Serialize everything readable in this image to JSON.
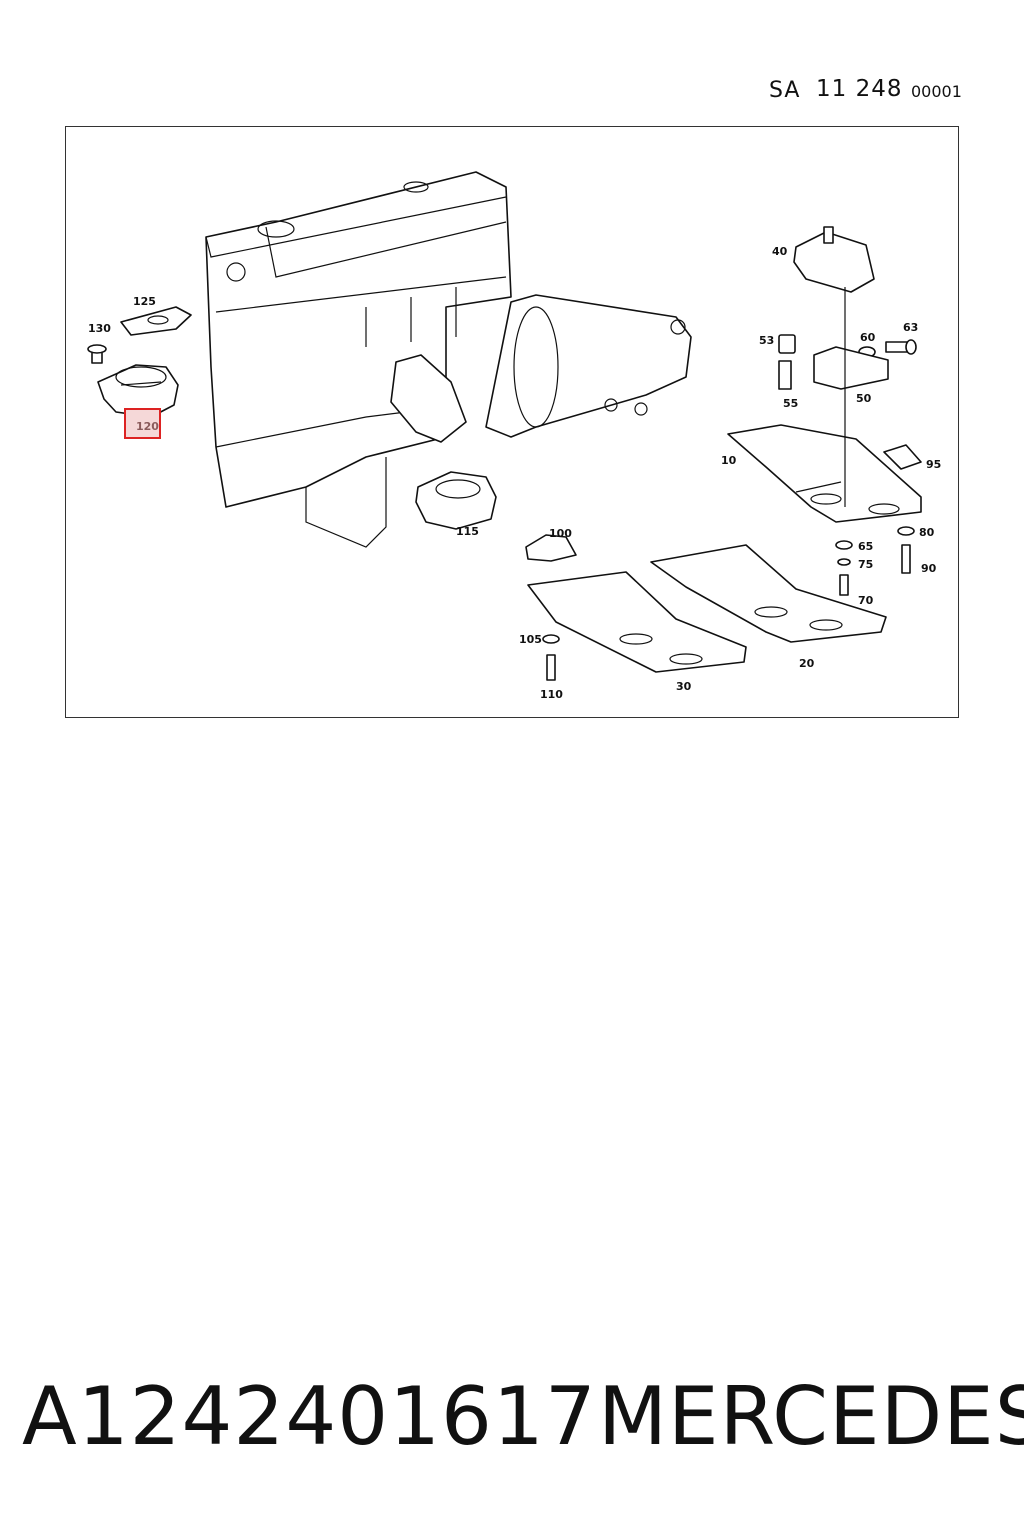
{
  "header": {
    "sa": "SA",
    "group": "11 248",
    "seq": "00001"
  },
  "callouts": {
    "c10": "10",
    "c20": "20",
    "c30": "30",
    "c40": "40",
    "c50": "50",
    "c53": "53",
    "c55": "55",
    "c60": "60",
    "c63": "63",
    "c65": "65",
    "c70": "70",
    "c75": "75",
    "c80": "80",
    "c90": "90",
    "c95": "95",
    "c100": "100",
    "c105": "105",
    "c110": "110",
    "c115": "115",
    "c120": "120",
    "c125": "125",
    "c130": "130"
  },
  "highlight": {
    "callout": "120",
    "color": "#dd2222"
  },
  "footer": {
    "part_number": "A1242401617",
    "brand": "MERCEDES"
  }
}
